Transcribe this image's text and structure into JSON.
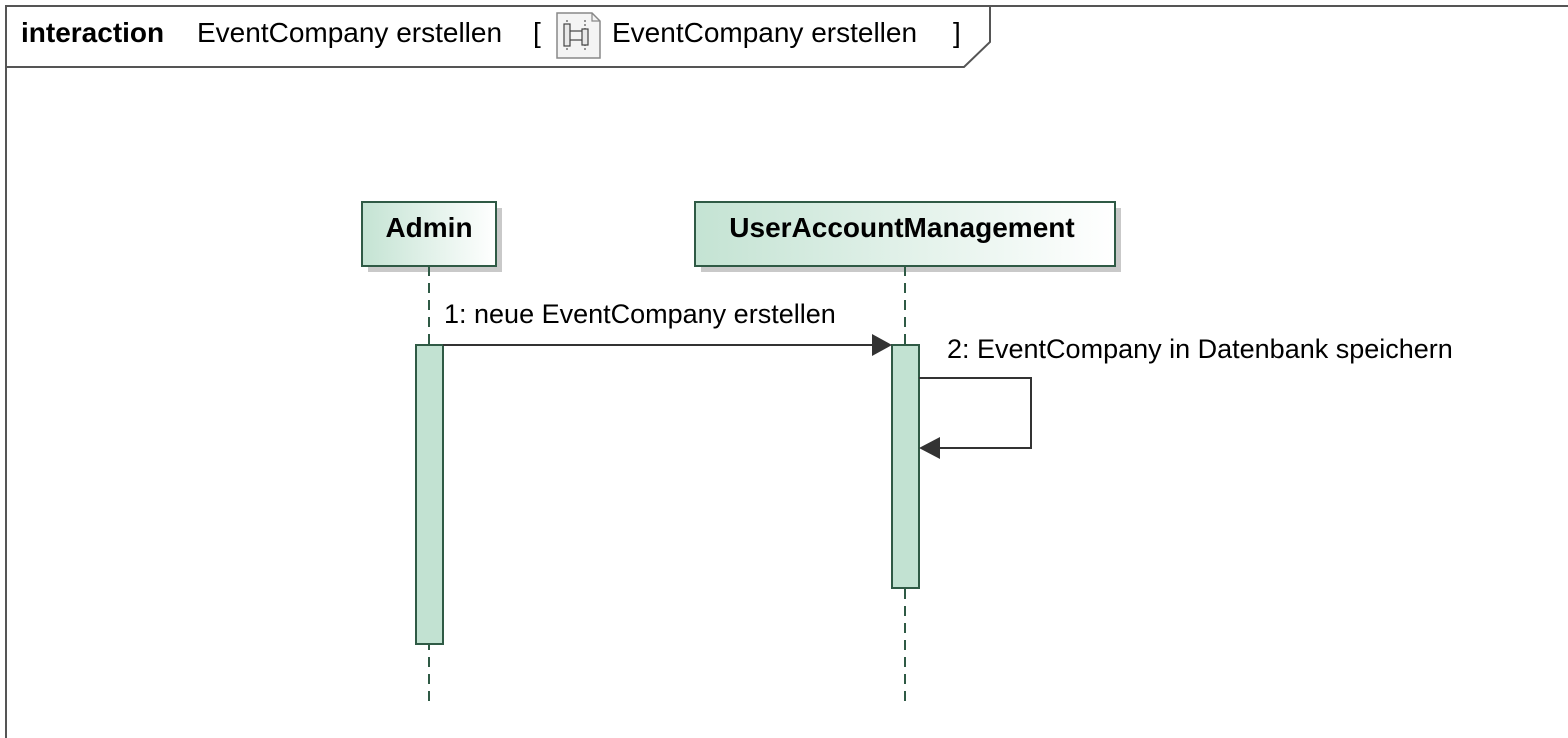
{
  "frame": {
    "keyword": "interaction",
    "name": "EventCompany erstellen",
    "bracket_open": "[",
    "ref_name": "EventCompany erstellen",
    "bracket_close": "]",
    "ref_icon": "sequence-diagram-icon"
  },
  "lifelines": [
    {
      "name": "Admin"
    },
    {
      "name": "UserAccountManagement"
    }
  ],
  "messages": [
    {
      "label": "1: neue EventCompany erstellen",
      "from": "Admin",
      "to": "UserAccountManagement",
      "type": "synchronous"
    },
    {
      "label": "2: EventCompany in Datenbank speichern",
      "from": "UserAccountManagement",
      "to": "UserAccountManagement",
      "type": "self-synchronous"
    }
  ],
  "colors": {
    "header_fill_start": "#c4e3d3",
    "header_fill_end": "#ffffff",
    "border": "#2f5a45",
    "activation_fill": "#c2e2d2",
    "shadow": "#c8c8c8",
    "line": "#333333"
  }
}
